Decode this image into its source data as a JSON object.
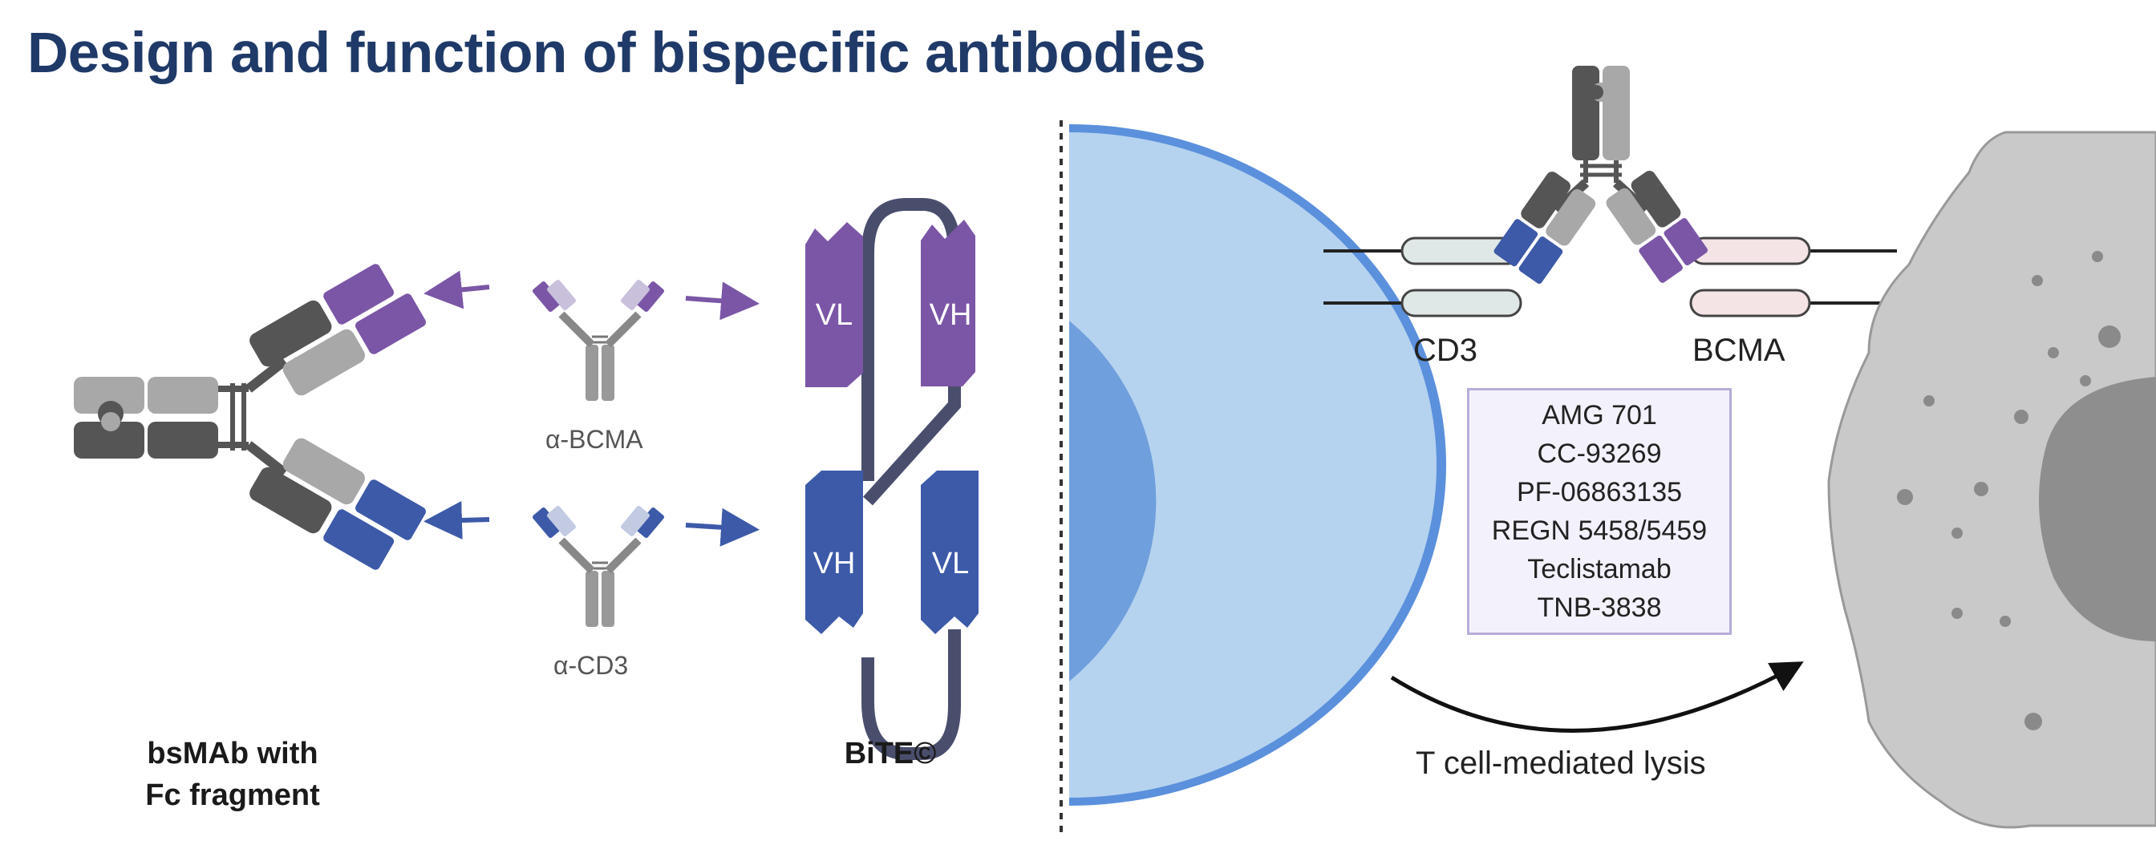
{
  "title": "Design and function of bispecific antibodies",
  "antibody_labels": {
    "anti_bcma": "α-BCMA",
    "anti_cd3": "α-CD3"
  },
  "format_labels": {
    "bsmab_line1": "bsMAb with",
    "bsmab_line2": "Fc fragment",
    "bite": "BiTE©"
  },
  "bite_domains": {
    "top_left": "VL",
    "top_right": "VH",
    "bottom_left": "VH",
    "bottom_right": "VL"
  },
  "receptors": {
    "cd3": "CD3",
    "bcma": "BCMA"
  },
  "drugs": [
    "AMG 701",
    "CC-93269",
    "PF-06863135",
    "REGN 5458/5459",
    "Teclistamab",
    "TNB-3838"
  ],
  "lysis_label": "T cell-mediated lysis",
  "colors": {
    "title": "#1f3a68",
    "bcma_binder": "#7b56a6",
    "cd3_binder": "#3c5aa8",
    "t_cell": "#b5d3ef",
    "t_cell_nucleus": "#6f9fdc",
    "tumor_cell": "#c9c9c9",
    "drug_box_border": "#b7acd9"
  }
}
